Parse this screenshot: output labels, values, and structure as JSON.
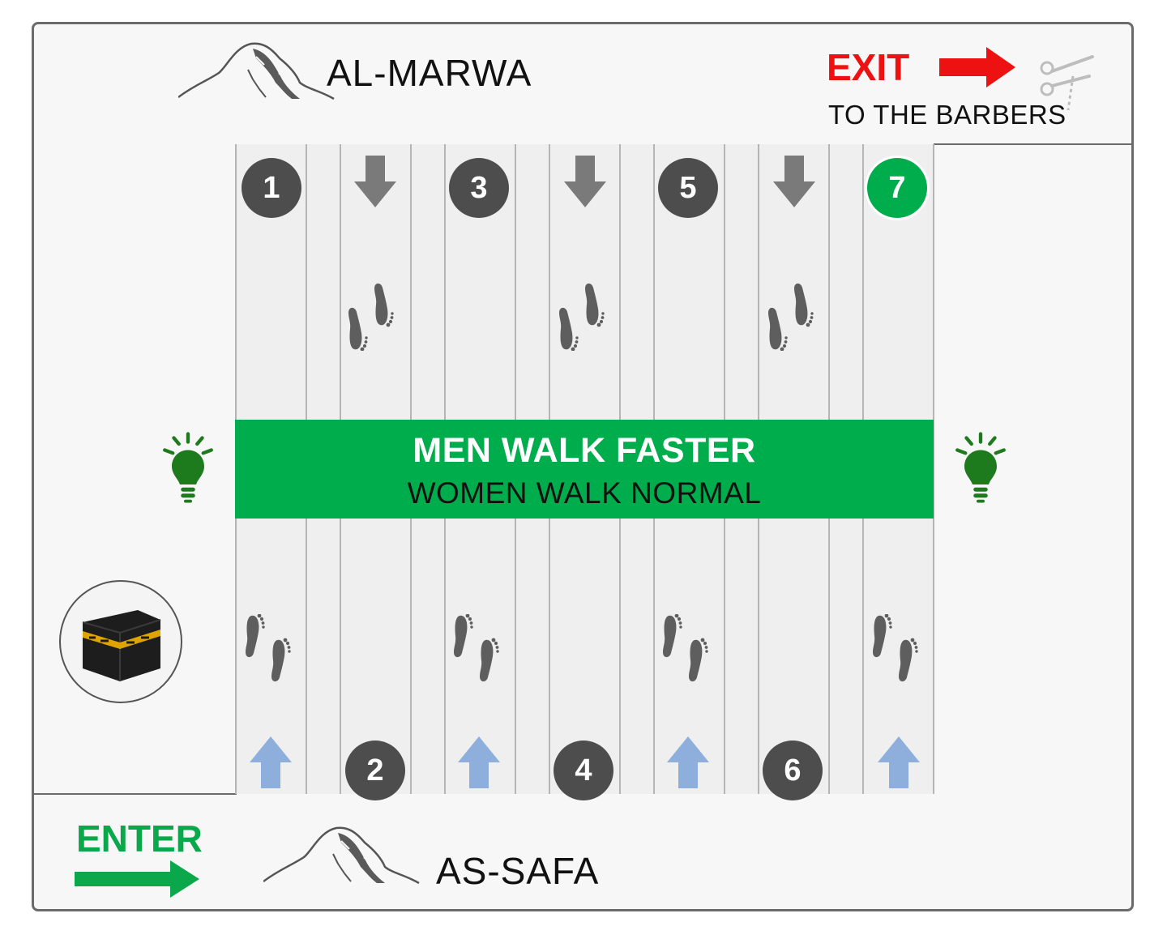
{
  "places": {
    "top": "AL-MARWA",
    "bottom": "AS-SAFA"
  },
  "exit": {
    "label": "EXIT",
    "sub_label": "TO THE BARBERS"
  },
  "enter": {
    "label": "ENTER"
  },
  "banner": {
    "line1": "MEN WALK FASTER",
    "line2": "WOMEN WALK NORMAL"
  },
  "rounds": [
    {
      "number": "1",
      "position": "top",
      "highlight": false
    },
    {
      "number": "2",
      "position": "bottom",
      "highlight": false
    },
    {
      "number": "3",
      "position": "top",
      "highlight": false
    },
    {
      "number": "4",
      "position": "bottom",
      "highlight": false
    },
    {
      "number": "5",
      "position": "top",
      "highlight": false
    },
    {
      "number": "6",
      "position": "bottom",
      "highlight": false
    },
    {
      "number": "7",
      "position": "top",
      "highlight": true
    }
  ],
  "colors": {
    "green": "#00ad4c",
    "exit_red": "#ee1111",
    "down_arrow": "#7a7a7a",
    "up_arrow": "#8eaedb",
    "circle_dark": "#4d4d4d"
  },
  "icons": [
    "mountain-icon",
    "scissors-icon",
    "lightbulb-icon",
    "kaaba-icon",
    "footprints-icon",
    "arrow-up-icon",
    "arrow-down-icon",
    "arrow-right-icon"
  ]
}
